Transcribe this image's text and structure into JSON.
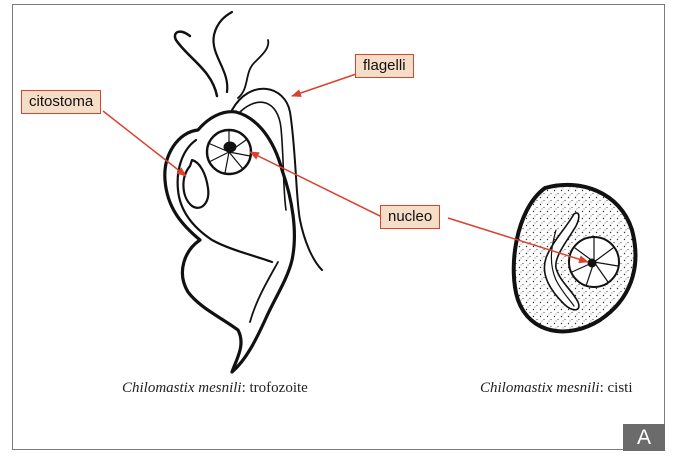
{
  "labels": {
    "flagelli": "flagelli",
    "citostoma": "citostoma",
    "nucleo": "nucleo"
  },
  "captions": {
    "trofozoite": {
      "species": "Chilomastix mesnili",
      "stage": ": trofozoite"
    },
    "cisti": {
      "species": "Chilomastix mesnili",
      "stage": ": cisti"
    }
  },
  "panel_letter": "A",
  "colors": {
    "arrow": "#d9422f",
    "label_fill": "#f6ddc8",
    "label_border": "#d9422f",
    "outline": "#111111",
    "panel_letter_bg": "#6b6b6b"
  }
}
